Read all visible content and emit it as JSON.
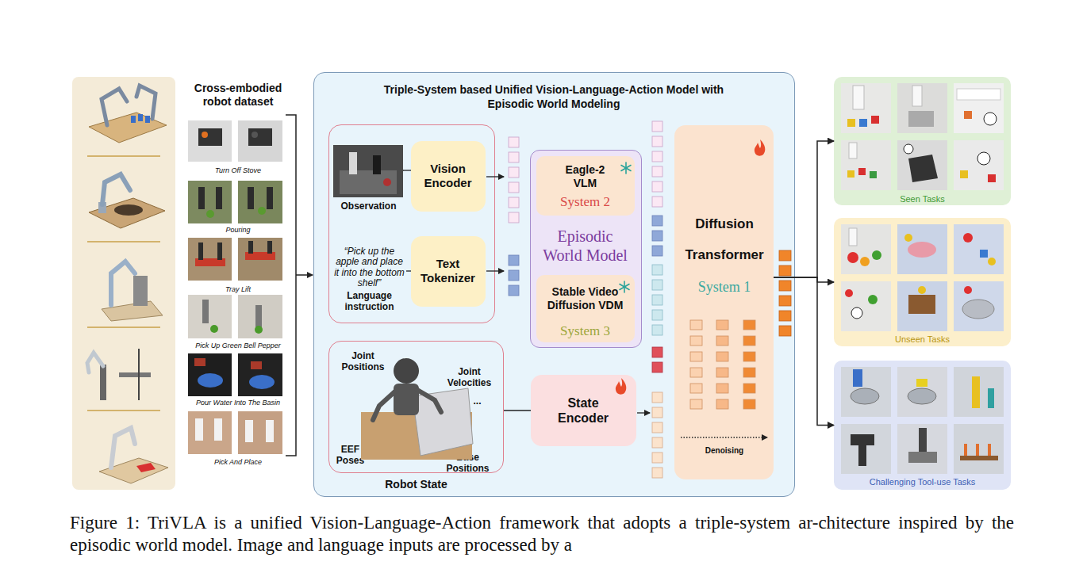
{
  "diagram": {
    "caption": "Figure 1: TriVLA is a unified Vision-Language-Action framework that adopts a triple-system ar-chitecture inspired by the episodic world model. Image and language inputs are processed by a",
    "nodes": [
      {
        "text": [
          "Triple-System based Unified Vision-Language-Action Model with Episodic World Modeling"
        ]
      },
      {
        "text": [
          "Observation",
          "“Pick up the apple and place it into the bottom shelf”",
          "Language instruction"
        ],
        "in": 0
      },
      {
        "text": [
          "Vision Encoder"
        ],
        "in": 1
      },
      {
        "text": [
          "Text Tokenizer"
        ],
        "in": 1
      },
      {
        "text": [
          "Episodic World Model"
        ],
        "in": 0
      },
      {
        "text": [
          "Eagle-2 VLM",
          "System 2"
        ],
        "in": 4
      },
      {
        "text": [
          "Stable Video Diffusion VDM",
          "System 3"
        ],
        "in": 4
      },
      {
        "text": [
          "Joint Positions",
          "Joint Velocities",
          "...",
          "EEF Poses",
          "Base Positions",
          "Robot State"
        ],
        "in": 0
      },
      {
        "text": [
          "State Encoder"
        ],
        "in": 0
      },
      {
        "text": [
          "Diffusion Transformer",
          "System 1",
          "Denoising"
        ],
        "in": 0
      },
      {
        "text": [
          "Seen Tasks"
        ]
      },
      {
        "text": [
          "Unseen Tasks"
        ]
      },
      {
        "text": [
          "Challenging Tool-use Tasks"
        ]
      }
    ],
    "edges": [
      {
        "from": 7,
        "to": 8,
        "arrow": "none"
      },
      {
        "from": 9,
        "to": 10,
        "arrow": "to"
      },
      {
        "from": 9,
        "to": 11,
        "arrow": "to"
      },
      {
        "from": 9,
        "to": 12,
        "arrow": "to"
      }
    ],
    "labels": [
      "Cross-embodied robot dataset",
      "Turn Off Stove",
      "Pouring",
      "Tray Lift",
      "Pick Up Green Bell Pepper",
      "Pour Water Into The Basin",
      "Pick And Place"
    ]
  }
}
